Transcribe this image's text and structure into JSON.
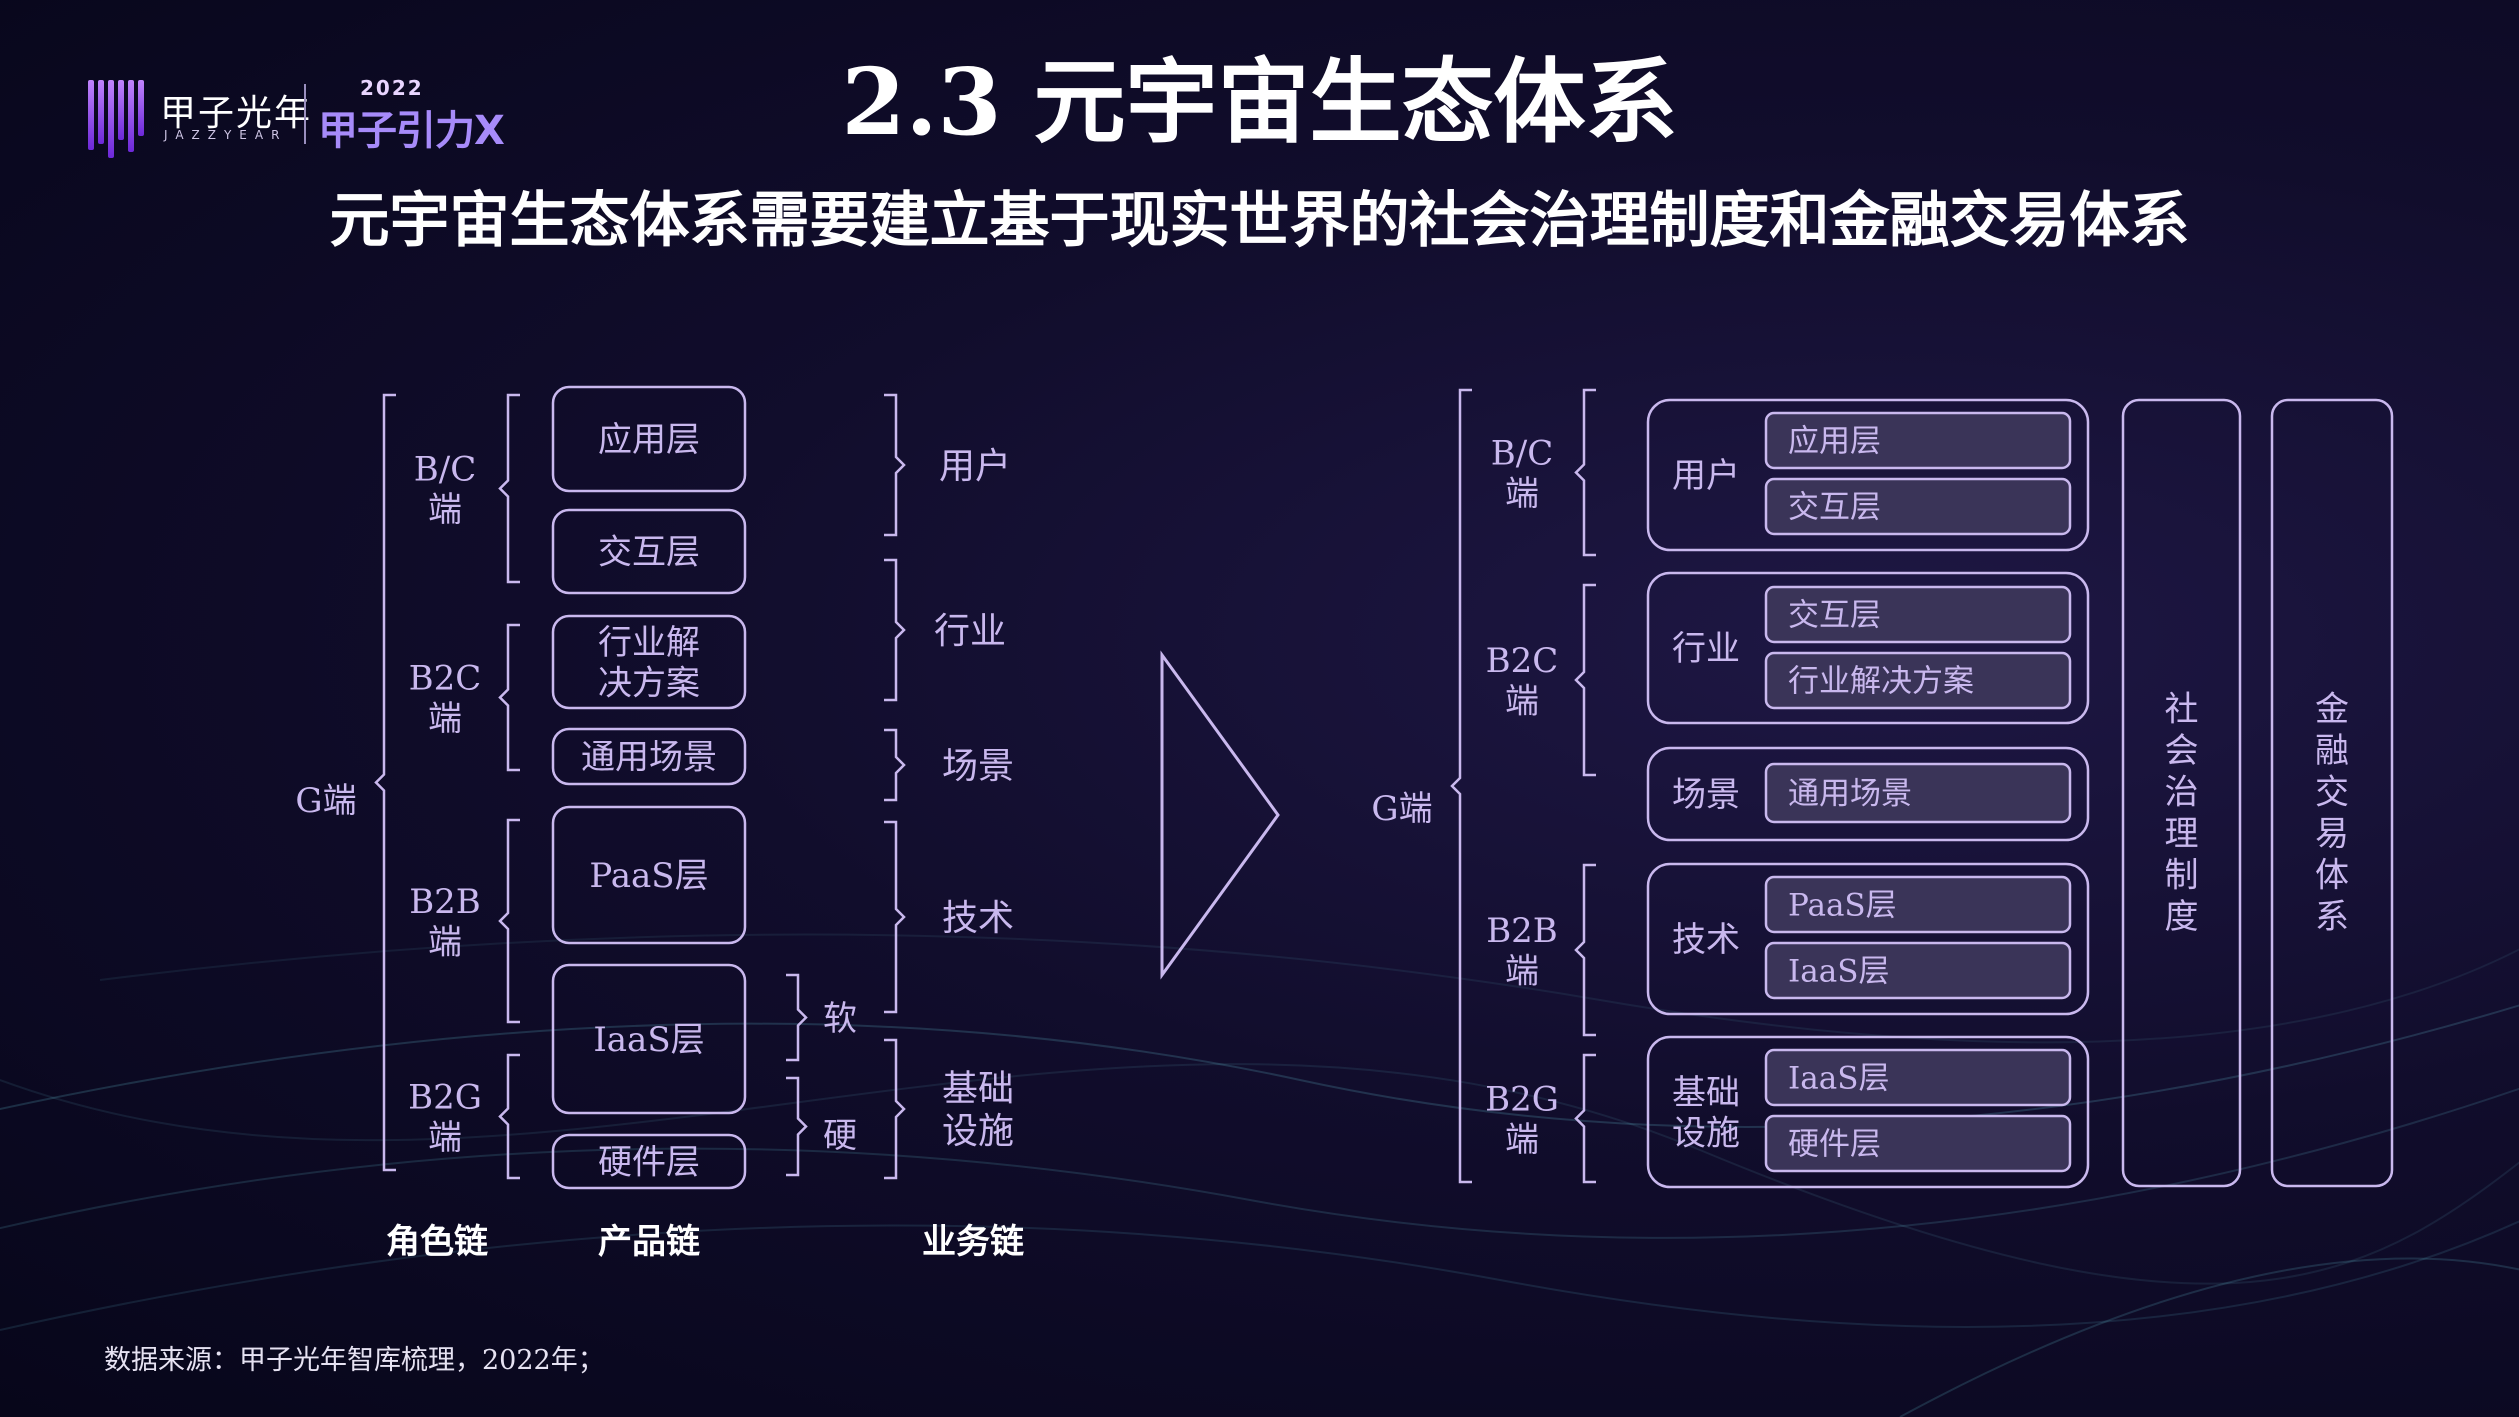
{
  "header": {
    "logo_cn": "甲子光年",
    "logo_en": "JAZZYEAR",
    "logo_year": "2022",
    "logo_brand": "甲子引力X",
    "title": "2.3 元宇宙生态体系",
    "subtitle": "元宇宙生态体系需要建立基于现实世界的社会治理制度和金融交易体系"
  },
  "left": {
    "g_label": "G端",
    "roles": [
      "B/C\n端",
      "B2C\n端",
      "B2B\n端",
      "B2G\n端"
    ],
    "products": [
      "应用层",
      "交互层",
      "行业解\n决方案",
      "通用场景",
      "PaaS层",
      "IaaS层",
      "硬件层"
    ],
    "soft_label": "软",
    "hard_label": "硬",
    "business": [
      "用户",
      "行业",
      "场景",
      "技术",
      "基础\n设施"
    ],
    "captions": [
      "角色链",
      "产品链",
      "业务链"
    ]
  },
  "right": {
    "g_label": "G端",
    "roles": [
      "B/C\n端",
      "B2C\n端",
      "B2B\n端",
      "B2G\n端"
    ],
    "groups": [
      {
        "label": "用户",
        "items": [
          "应用层",
          "交互层"
        ]
      },
      {
        "label": "行业",
        "items": [
          "交互层",
          "行业解决方案"
        ]
      },
      {
        "label": "场景",
        "items": [
          "通用场景"
        ]
      },
      {
        "label": "技术",
        "items": [
          "PaaS层",
          "IaaS层"
        ]
      },
      {
        "label": "基础\n设施",
        "items": [
          "IaaS层",
          "硬件层"
        ]
      }
    ],
    "pillars": [
      "社\n会\n治\n理\n制\n度",
      "金\n融\n交\n易\n体\n系"
    ]
  },
  "footer": {
    "source": "数据来源：甲子光年智库梳理，2022年；"
  },
  "colors": {
    "accent": "#c9b8ee",
    "box_fill": "#3a3458",
    "title": "#ffffff"
  }
}
